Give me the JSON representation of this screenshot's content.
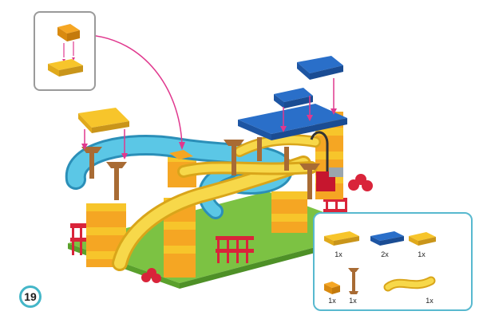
{
  "step": {
    "number": "19"
  },
  "parts_list": [
    {
      "qty": "1x",
      "part": "yellow-2x4-brick"
    },
    {
      "qty": "2x",
      "part": "blue-2x4-brick"
    },
    {
      "qty": "1x",
      "part": "yellow-2x3-brick"
    },
    {
      "qty": "1x",
      "part": "orange-2x2-brick"
    },
    {
      "qty": "1x",
      "part": "brown-tree-post"
    },
    {
      "qty": "1x",
      "part": "yellow-track-piece"
    }
  ],
  "colors": {
    "accent_pink": "#e0388e",
    "badge_teal": "#44b6c8",
    "callout_border": "#9a9a9a",
    "water": "#5bc7e6",
    "track": "#f7c52b",
    "base_green": "#7cc243",
    "fence_red": "#d9243a",
    "blue_brick": "#2a6fc9",
    "orange_brick": "#f5a623"
  }
}
